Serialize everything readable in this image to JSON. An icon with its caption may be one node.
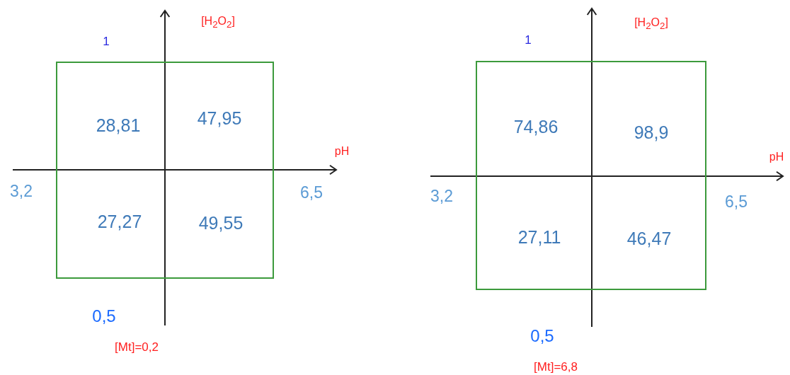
{
  "diagram": {
    "nodes": [
      {
        "text": [
          "28,81",
          "47,95",
          "27,27",
          "49,55"
        ]
      },
      {
        "text": [
          "74,86",
          "98,9",
          "27,11",
          "46,47"
        ]
      }
    ],
    "labels": [
      "[H$_{2}$O$_{2}$]",
      "1",
      "pH",
      "3,2",
      "6,5",
      "0,5",
      "[Mt]=0,2",
      "[H$_{2}$O$_{2}$]",
      "1",
      "pH",
      "3,2",
      "6,5",
      "0,5",
      "[Mt]=6,8"
    ]
  }
}
